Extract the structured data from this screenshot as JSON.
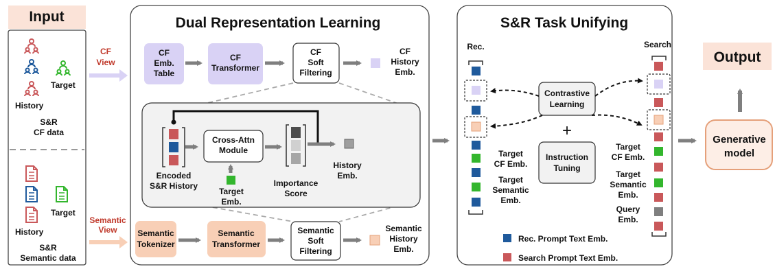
{
  "input": {
    "title": "Input",
    "history_label_top": "History",
    "target_label_top": "Target",
    "cf_data": [
      "S&R",
      "CF data"
    ],
    "history_label_bottom": "History",
    "target_label_bottom": "Target",
    "semantic_data": [
      "S&R",
      "Semantic data"
    ]
  },
  "views": {
    "cf": [
      "CF",
      "View"
    ],
    "semantic": [
      "Semantic",
      "View"
    ]
  },
  "dual": {
    "title": "Dual Representation Learning",
    "cf_emb_table": [
      "CF",
      "Emb.",
      "Table"
    ],
    "cf_transformer": [
      "CF",
      "Transformer"
    ],
    "cf_soft_filtering": [
      "CF",
      "Soft",
      "Filtering"
    ],
    "cf_history_emb": [
      "CF",
      "History",
      "Emb."
    ],
    "encoded_history": [
      "Encoded",
      "S&R History"
    ],
    "cross_attn": [
      "Cross-Attn",
      "Module"
    ],
    "target_emb": [
      "Target",
      "Emb."
    ],
    "importance_score": [
      "Importance",
      "Score"
    ],
    "history_emb": [
      "History",
      "Emb."
    ],
    "semantic_tokenizer": [
      "Semantic",
      "Tokenizer"
    ],
    "semantic_transformer": [
      "Semantic",
      "Transformer"
    ],
    "semantic_soft_filtering": [
      "Semantic",
      "Soft",
      "Filtering"
    ],
    "semantic_history_emb": [
      "Semantic",
      "History",
      "Emb."
    ]
  },
  "unify": {
    "title": "S&R Task Unifying",
    "rec_label": "Rec.",
    "search_label": "Search",
    "contrastive": [
      "Contrastive",
      "Learning"
    ],
    "plus": "+",
    "instruction": [
      "Instruction",
      "Tuning"
    ],
    "rec_target_cf": [
      "Target",
      "CF Emb."
    ],
    "rec_target_sem": [
      "Target",
      "Semantic",
      "Emb."
    ],
    "search_target_cf": [
      "Target",
      "CF Emb."
    ],
    "search_target_sem": [
      "Target",
      "Semantic",
      "Emb."
    ],
    "query_emb": [
      "Query",
      "Emb."
    ],
    "legend_rec": "Rec. Prompt Text Emb.",
    "legend_search": "Search Prompt Text Emb."
  },
  "output": {
    "title": "Output",
    "generative_model": [
      "Generative",
      "model"
    ]
  },
  "colors": {
    "purple": "#d9d2f5",
    "peach": "#f8cfb6",
    "blue": "#1f5a9c",
    "red": "#c9585a",
    "green": "#33b62d",
    "gray_arrow": "#7f7f7f",
    "title_bg": "#fbe3d8"
  }
}
